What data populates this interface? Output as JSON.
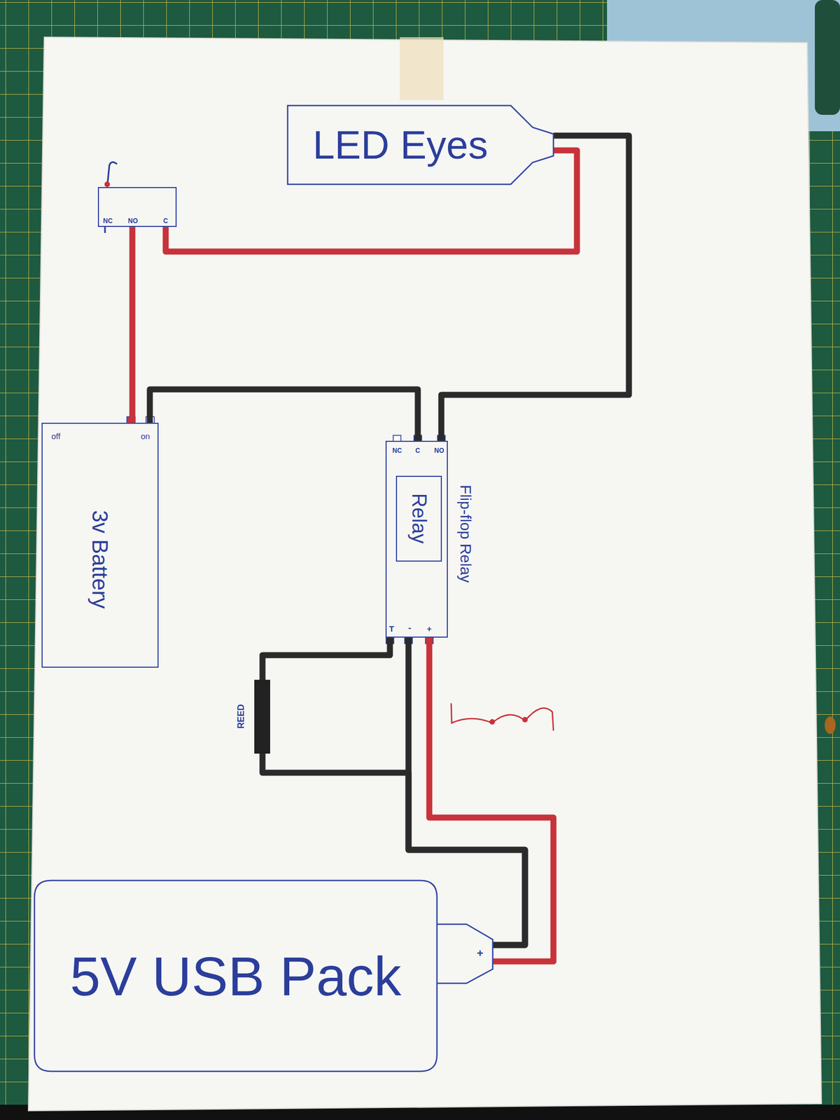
{
  "diagram": {
    "nodes": [
      {
        "text": [
          "LED Eyes"
        ]
      },
      {
        "text": [
          "NC",
          "NO",
          "C"
        ]
      },
      {
        "text": [
          "off",
          "on",
          "3v Battery"
        ]
      },
      {
        "text": [
          "NC",
          "C",
          "NO",
          "T",
          "-",
          "+",
          "Flip-flop Relay"
        ]
      },
      {
        "text": [
          "Relay"
        ],
        "in": 3
      },
      {
        "text": [
          "REED"
        ]
      },
      {
        "text": [
          "5V USB Pack"
        ]
      }
    ],
    "edges": [
      {
        "from": 1,
        "to": 2,
        "arrow": "none"
      },
      {
        "from": 1,
        "to": 0,
        "arrow": "none"
      },
      {
        "from": 2,
        "to": 3,
        "arrow": "none"
      },
      {
        "from": 3,
        "to": 0,
        "arrow": "none"
      },
      {
        "from": 3,
        "to": 5,
        "arrow": "none"
      },
      {
        "from": 3,
        "to": 6,
        "arrow": "none"
      },
      {
        "from": 5,
        "to": 6,
        "arrow": "none"
      },
      {
        "from": 3,
        "to": 6,
        "arrow": "none"
      }
    ],
    "labels": [
      "+"
    ]
  }
}
